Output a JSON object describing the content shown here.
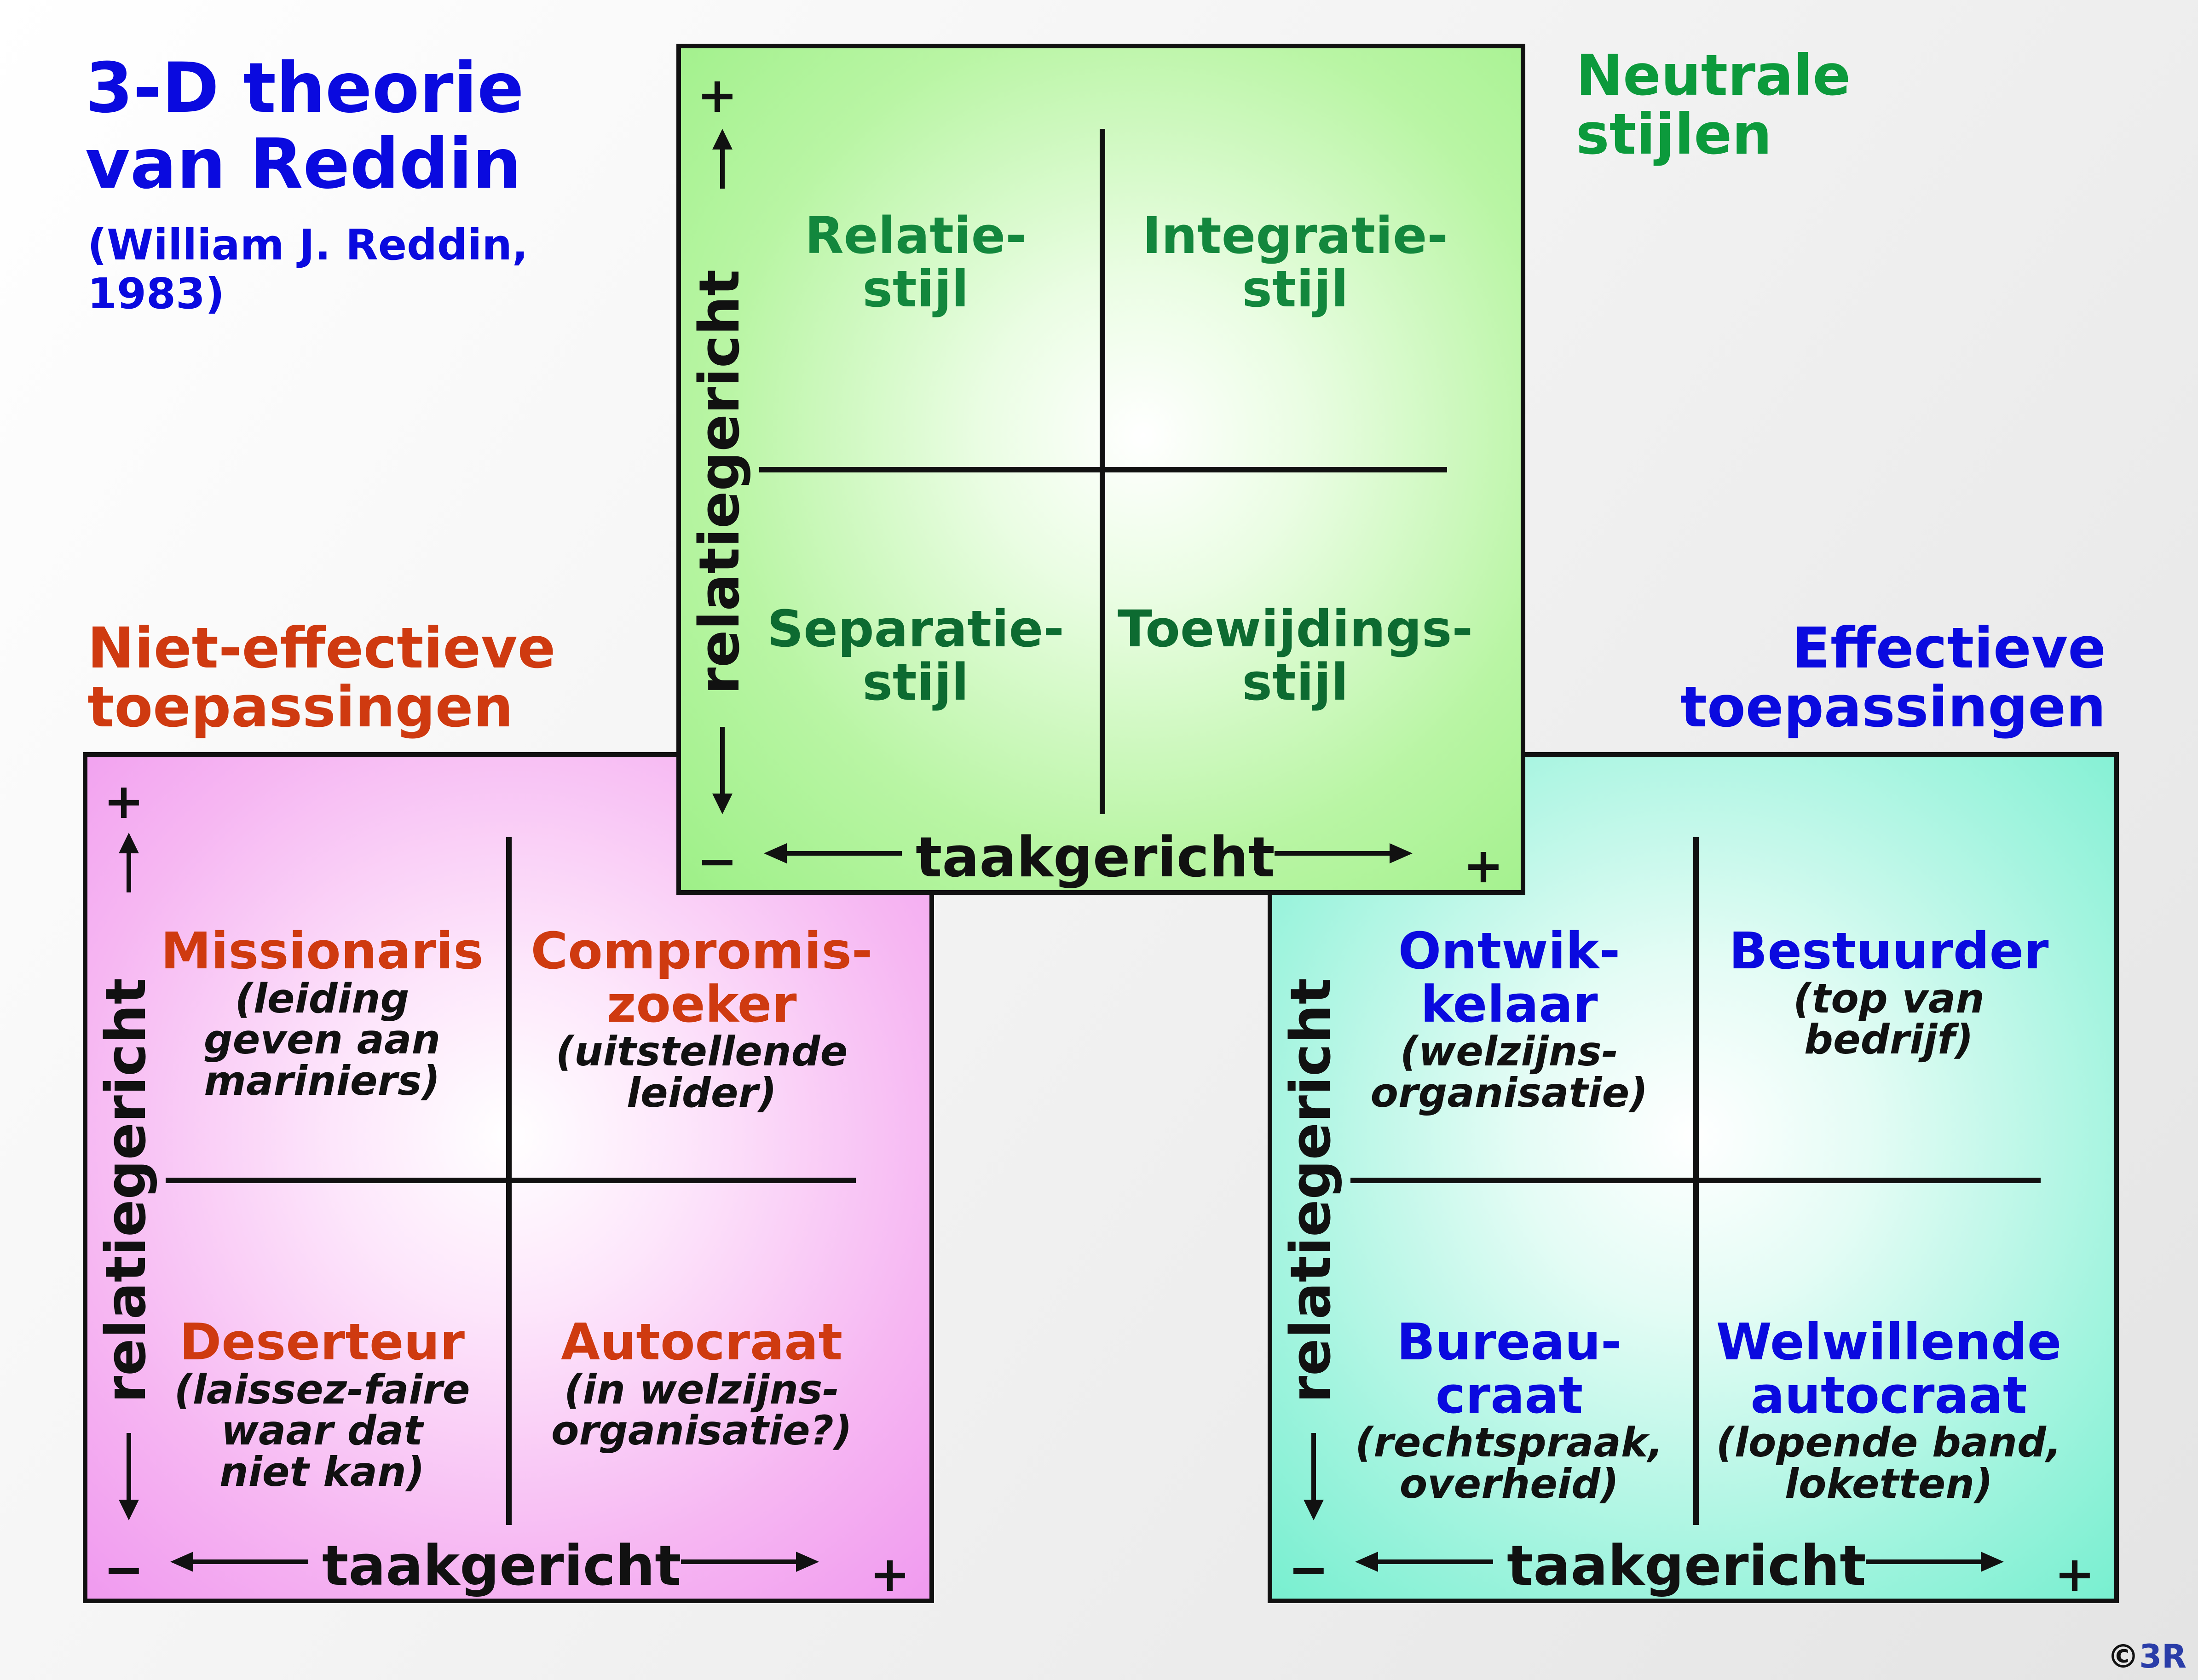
{
  "header": {
    "title_line1": "3-D theorie",
    "title_line2": "van Reddin",
    "subtitle_line1": "(William J. Reddin,",
    "subtitle_line2": "1983)"
  },
  "section_labels": {
    "neutral_line1": "Neutrale",
    "neutral_line2": "stijlen",
    "ineffective_line1": "Niet-effectieve",
    "ineffective_line2": "toepassingen",
    "effective_line1": "Effectieve",
    "effective_line2": "toepassingen"
  },
  "axes": {
    "x_label": "taakgericht",
    "y_label": "relatiegericht",
    "plus": "+",
    "minus": "−"
  },
  "neutral": {
    "top_left": {
      "line1": "Relatie-",
      "line2": "stijl"
    },
    "top_right": {
      "line1": "Integratie-",
      "line2": "stijl"
    },
    "bottom_left": {
      "line1": "Separatie-",
      "line2": "stijl"
    },
    "bottom_right": {
      "line1": "Toewijdings-",
      "line2": "stijl"
    }
  },
  "ineffective": {
    "top_left": {
      "name": "Missionaris",
      "note1": "(leiding",
      "note2": "geven aan",
      "note3": "mariniers)"
    },
    "top_right": {
      "name1": "Compromis-",
      "name2": "zoeker",
      "note1": "(uitstellende",
      "note2": "leider)"
    },
    "bottom_left": {
      "name": "Deserteur",
      "note1": "(laissez-faire",
      "note2": "waar dat",
      "note3": "niet kan)"
    },
    "bottom_right": {
      "name": "Autocraat",
      "note1": "(in welzijns-",
      "note2": "organisatie?)"
    }
  },
  "effective": {
    "top_left": {
      "name1": "Ontwik-",
      "name2": "kelaar",
      "note1": "(welzijns-",
      "note2": "organisatie)"
    },
    "top_right": {
      "name": "Bestuurder",
      "note1": "(top van",
      "note2": "bedrijf)"
    },
    "bottom_left": {
      "name1": "Bureau-",
      "name2": "craat",
      "note1": "(rechtspraak,",
      "note2": "overheid)"
    },
    "bottom_right": {
      "name1": "Welwillende",
      "name2": "autocraat",
      "note1": "(lopende band,",
      "note2": "loketten)"
    }
  },
  "copyright": {
    "symbol": "©",
    "mark": "3R"
  },
  "colors": {
    "title_blue": "#0a0adf",
    "neutral_green": "#0c9a3c",
    "ineffective_red": "#cf3a10",
    "panel_green": "#9ef088",
    "panel_pink": "#f09aef",
    "panel_teal": "#78efd0"
  }
}
